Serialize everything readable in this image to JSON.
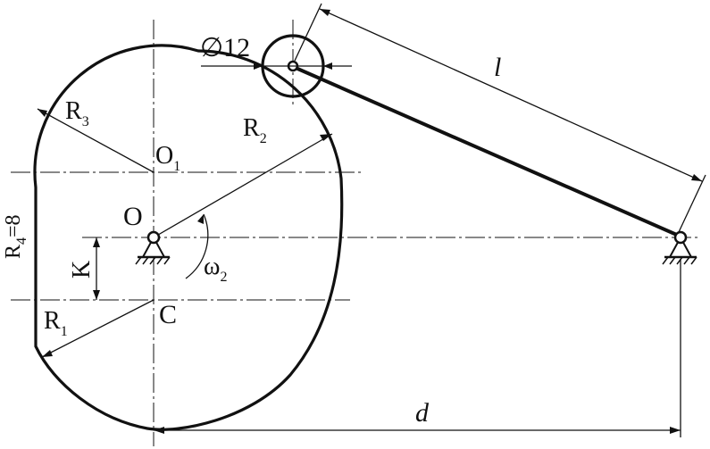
{
  "labels": {
    "diameter": "∅12",
    "link_length": "l",
    "R3": "R",
    "R3_sub": "3",
    "R2": "R",
    "R2_sub": "2",
    "O1": "O",
    "O1_sub": "1",
    "O": "O",
    "R4": "R",
    "R4_sub": "4",
    "R4_value": "=8",
    "K": "K",
    "omega": "ω",
    "omega_sub": "2",
    "R1": "R",
    "R1_sub": "1",
    "C": "C",
    "distance": "d"
  }
}
